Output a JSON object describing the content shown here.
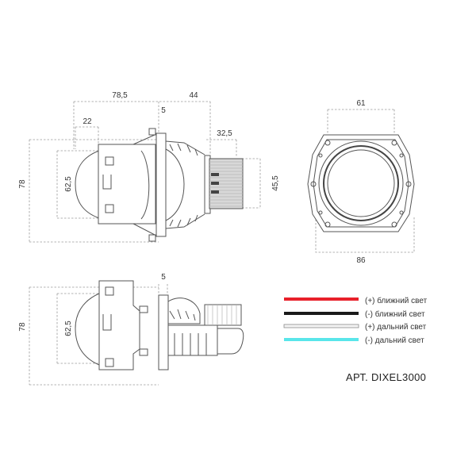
{
  "front_view": {
    "dims": {
      "total_length": "78,5",
      "rear_length": "44",
      "flange": "5",
      "lens_offset": "22",
      "connector_length": "32,5",
      "height": "78",
      "lens_diameter": "62,5",
      "rear_height": "45,5"
    }
  },
  "face_view": {
    "dims": {
      "hole_spacing": "61",
      "width": "86"
    }
  },
  "side_view": {
    "dims": {
      "flange": "5",
      "height": "78",
      "lens_diameter": "62,5"
    }
  },
  "legend": {
    "items": [
      {
        "label": "(+) ближний свет",
        "color": "#e8202a"
      },
      {
        "label": "(-) ближний свет",
        "color": "#1a1a1a"
      },
      {
        "label": "(+) дальний свет",
        "color": "#f4f4f4"
      },
      {
        "label": "(-) дальний свет",
        "color": "#59e6ea"
      }
    ]
  },
  "article": "АРТ. DIXEL3000"
}
